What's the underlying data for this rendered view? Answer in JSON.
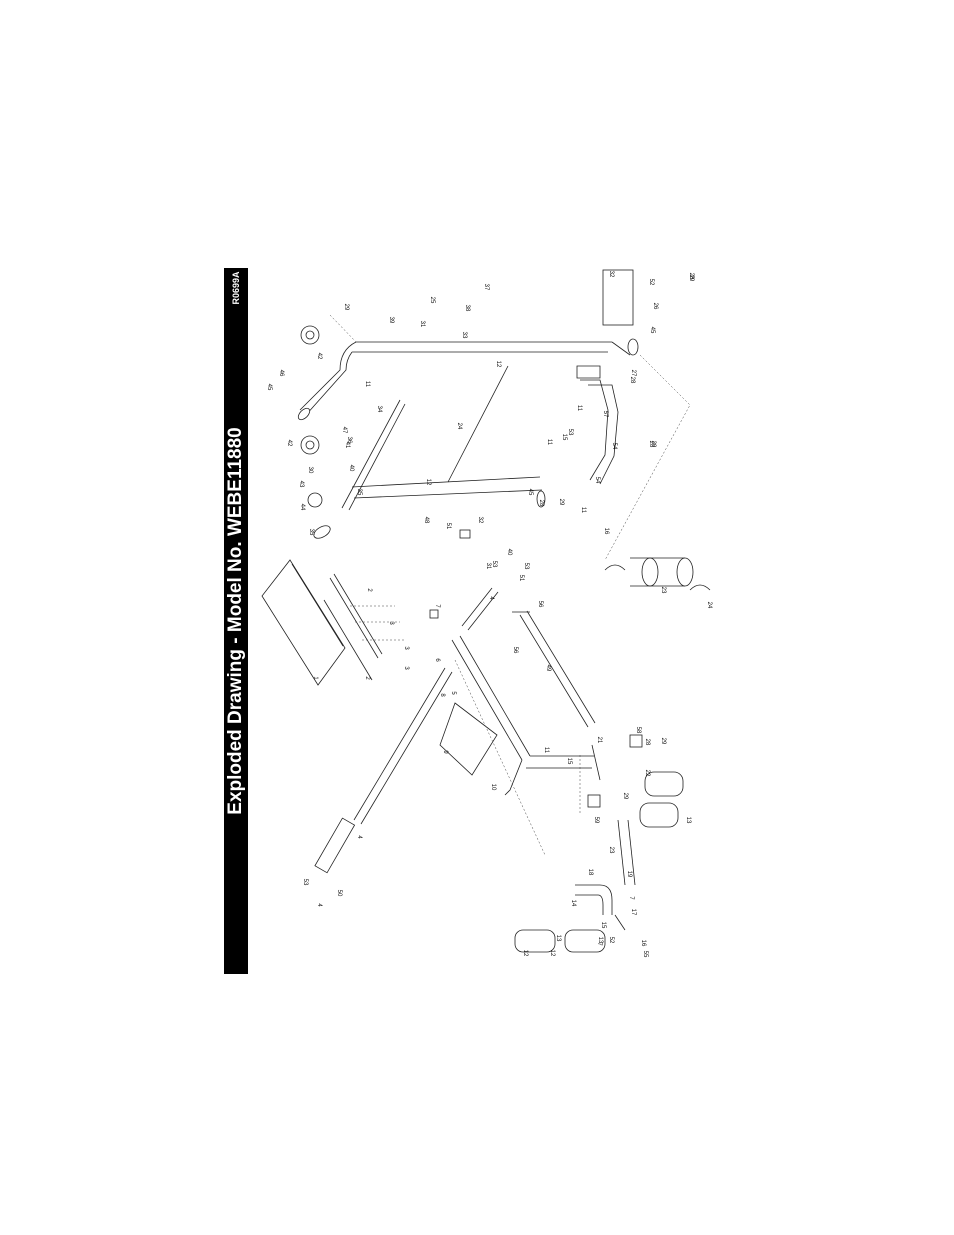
{
  "header": {
    "title": "Exploded Drawing - Model No. WEBE11880",
    "drawing_code": "R0699A"
  },
  "diagram": {
    "part_labels": [
      "1",
      "2",
      "2",
      "3",
      "3",
      "3",
      "4",
      "4",
      "4",
      "5",
      "6",
      "7",
      "7",
      "7",
      "8",
      "9",
      "10",
      "11",
      "11",
      "11",
      "11",
      "11",
      "12",
      "12",
      "12",
      "12",
      "13",
      "13",
      "13",
      "14",
      "15",
      "15",
      "15",
      "16",
      "16",
      "17",
      "18",
      "19",
      "21",
      "22",
      "23",
      "23",
      "24",
      "24",
      "25",
      "26",
      "27",
      "28",
      "28",
      "28",
      "28",
      "28",
      "29",
      "29",
      "29",
      "29",
      "29",
      "29",
      "30",
      "31",
      "31",
      "32",
      "32",
      "33",
      "34",
      "35",
      "35",
      "36",
      "37",
      "38",
      "39",
      "40",
      "40",
      "41",
      "42",
      "42",
      "43",
      "44",
      "45",
      "45",
      "45",
      "46",
      "47",
      "48",
      "49",
      "50",
      "51",
      "51",
      "52",
      "52",
      "53",
      "53",
      "53",
      "53",
      "54",
      "54",
      "55",
      "56",
      "56",
      "57",
      "58",
      "59"
    ]
  }
}
